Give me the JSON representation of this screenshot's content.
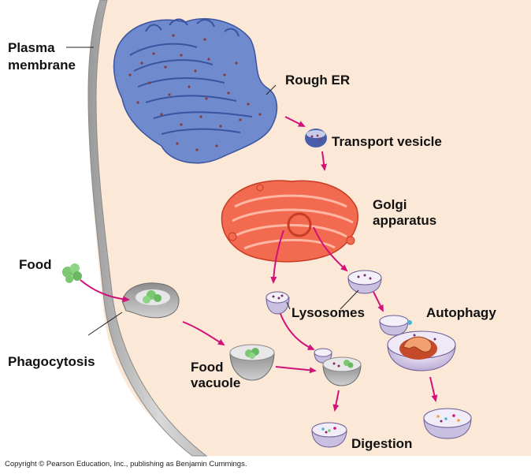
{
  "labels": {
    "plasma_membrane_line1": "Plasma",
    "plasma_membrane_line2": "membrane",
    "rough_er": "Rough ER",
    "transport_vesicle": "Transport vesicle",
    "golgi_line1": "Golgi",
    "golgi_line2": "apparatus",
    "food": "Food",
    "phagocytosis": "Phagocytosis",
    "lysosomes": "Lysosomes",
    "autophagy": "Autophagy",
    "food_vacuole_line1": "Food",
    "food_vacuole_line2": "vacuole",
    "digestion": "Digestion"
  },
  "copyright": "Copyright © Pearson Education, Inc., publishing as Benjamin Cummings.",
  "colors": {
    "cytoplasm": "#fbe8d6",
    "membrane": "#b9b9b9",
    "er": "#6b86c8",
    "golgi": "#f2694f",
    "arrow": "#d1127a",
    "food": "#7cc872",
    "vesicle": "#dcd2ec"
  },
  "icons": {
    "rough_er": "rough-er-illustration",
    "golgi": "golgi-apparatus-illustration",
    "food": "food-particle-icon",
    "arrow": "magenta-arrow"
  }
}
